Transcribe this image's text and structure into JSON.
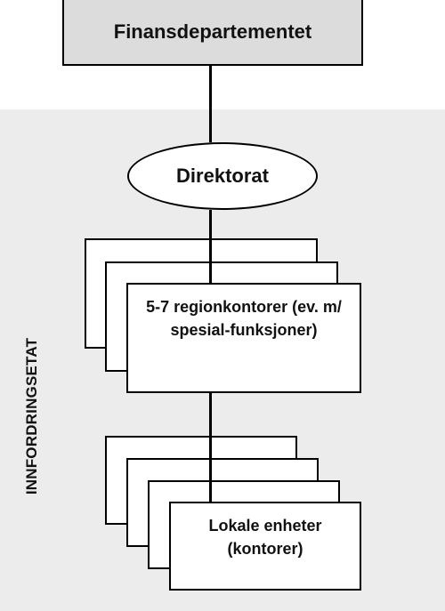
{
  "nodes": {
    "ministry": "Finansdepartementet",
    "directorate": "Direktorat",
    "regional_offices": "5-7 regionkontorer (ev. m/ spesial-funksjoner)",
    "local_units": "Lokale enheter (kontorer)"
  },
  "side_label": "INNFORDRINGSETAT"
}
